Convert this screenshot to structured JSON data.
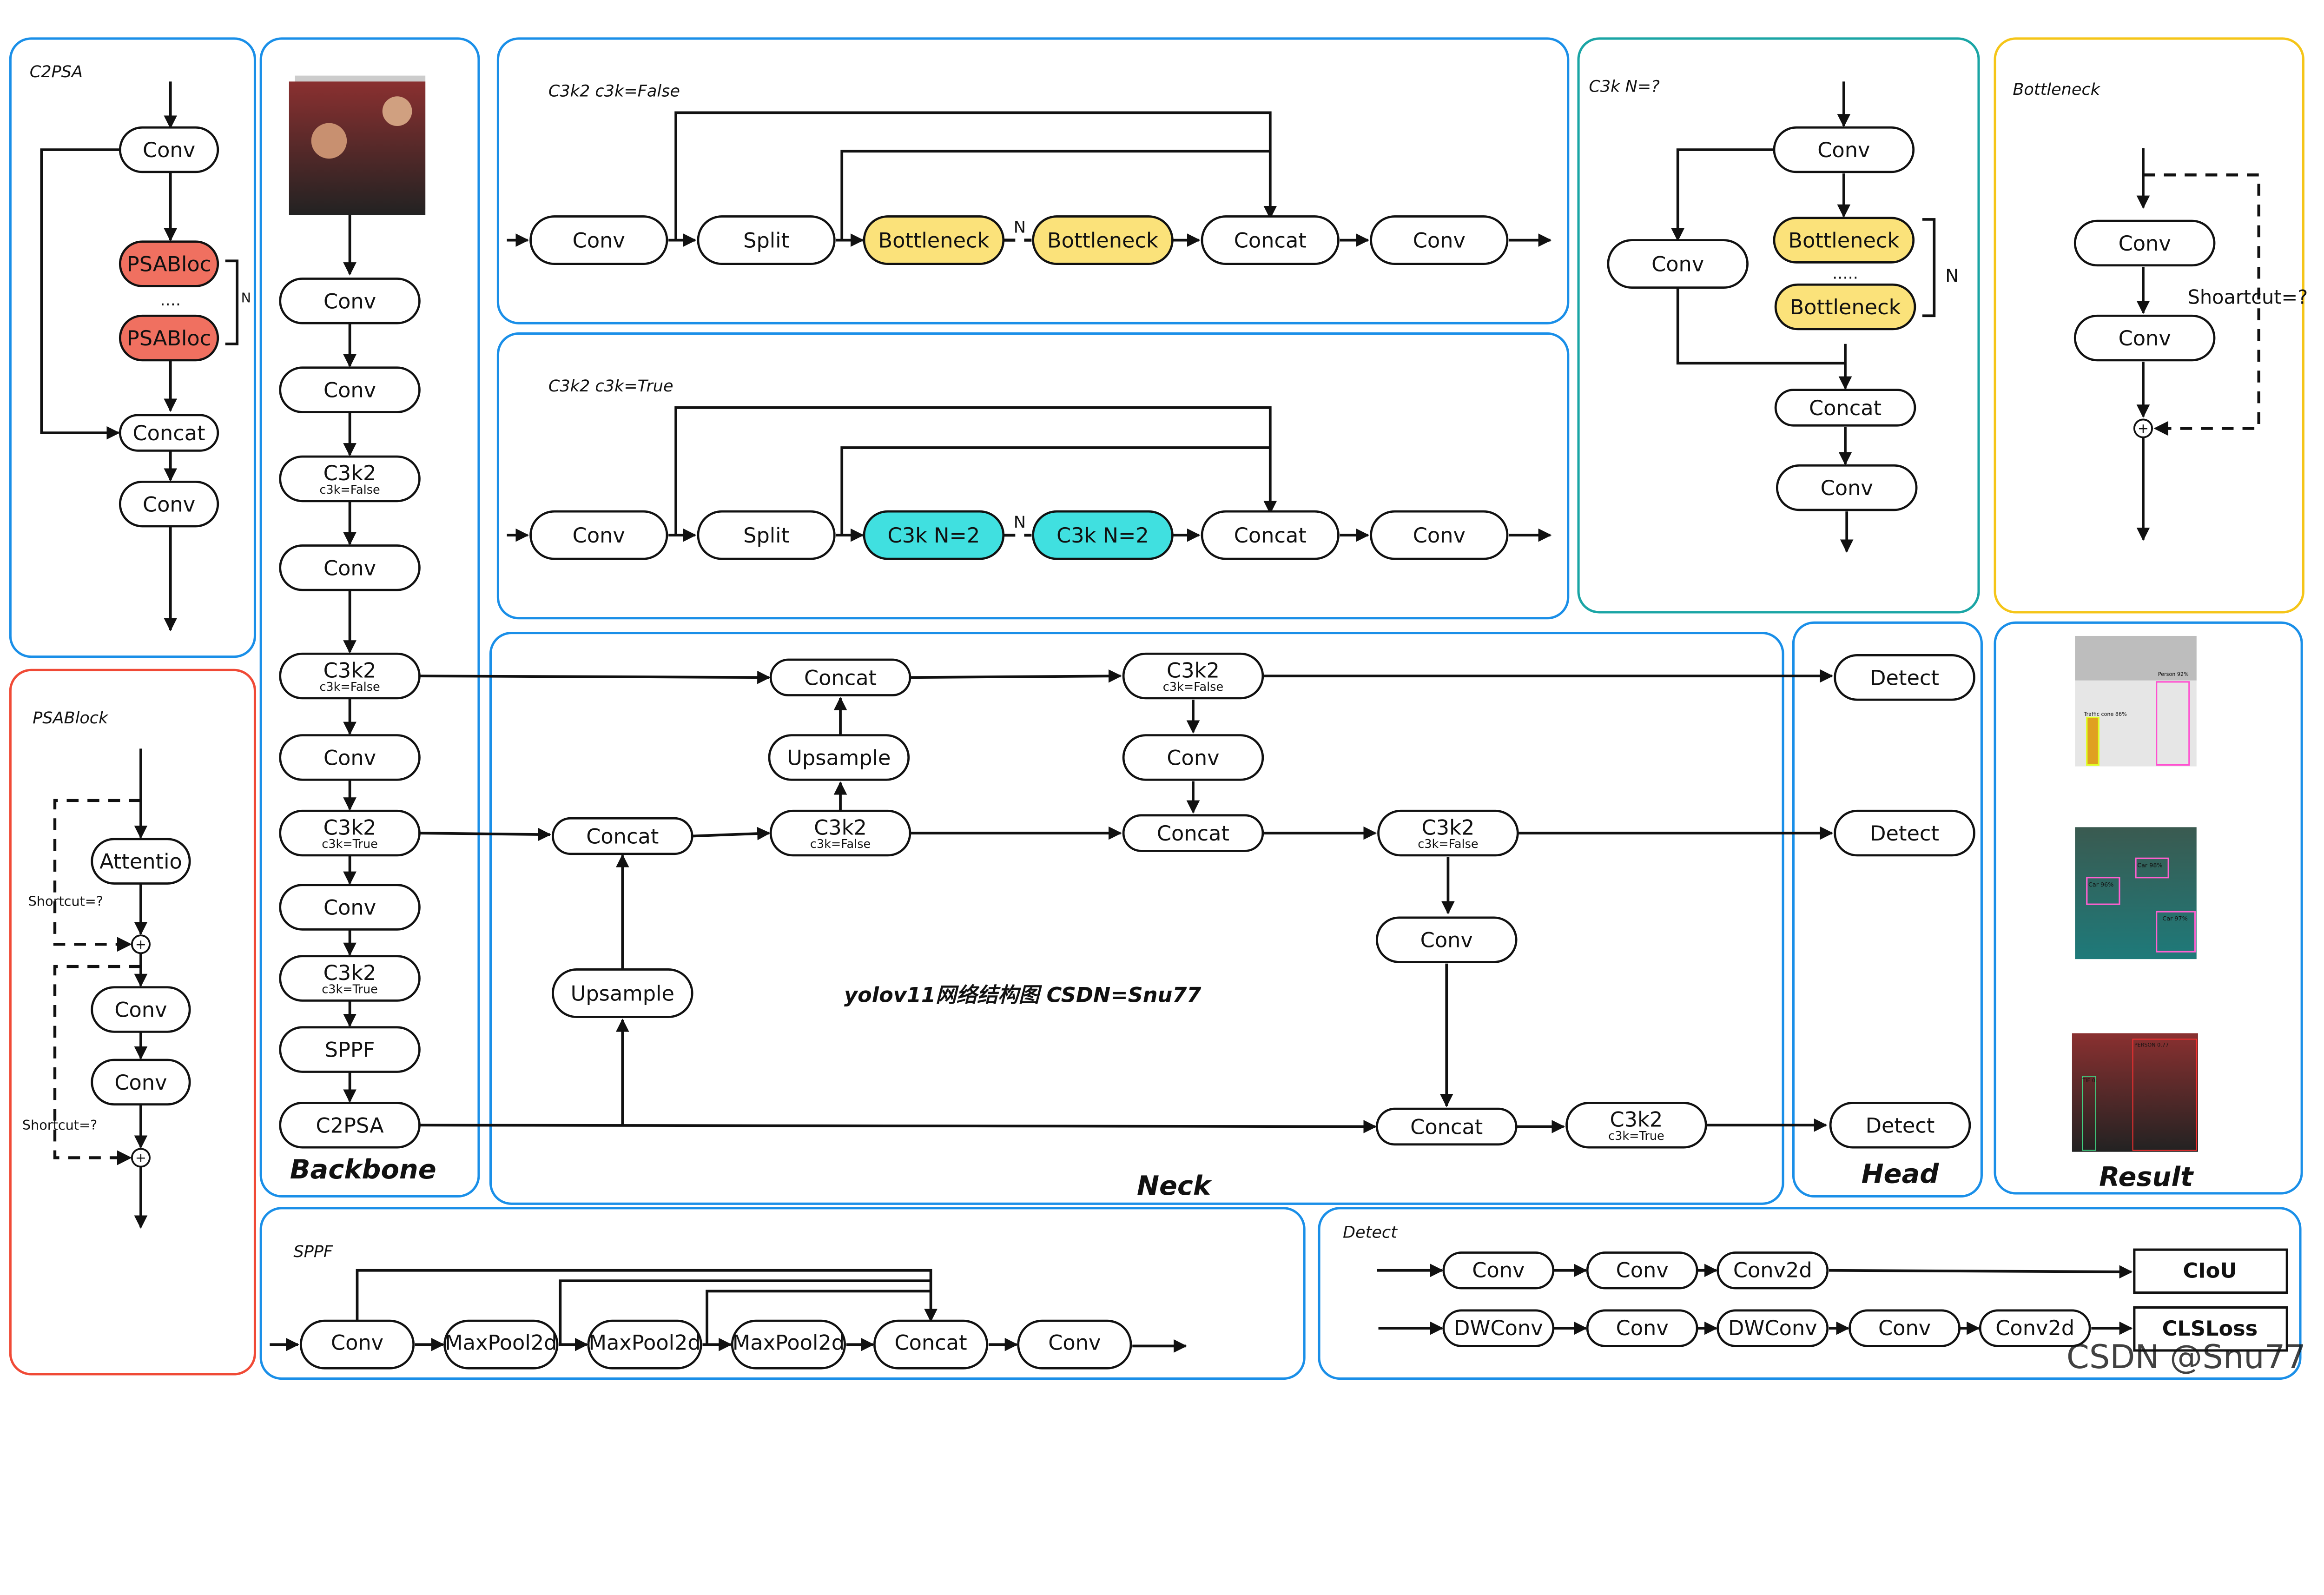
{
  "colors": {
    "panel_blue": "#1a8fe8",
    "panel_red": "#f04a36",
    "panel_teal": "#1aa5a5",
    "panel_yellow": "#f5c518",
    "psa_fill": "#f07060",
    "bottleneck_fill": "#fbe27a",
    "c3k_fill": "#40e0e0",
    "watermark": "#c8c8c8"
  },
  "c2psa": {
    "title": "C2PSA",
    "nodes": [
      "Conv",
      "PSABloc",
      "PSABloc",
      "Concat",
      "Conv"
    ],
    "dots": "....",
    "n_label": "N"
  },
  "psablock": {
    "title": "PSABlock",
    "nodes": [
      "Attentio",
      "Conv",
      "Conv"
    ],
    "shortcut_1": "Shortcut=?",
    "shortcut_2": "Shortcut=?",
    "plus": "+"
  },
  "backbone": {
    "title": "Backbone",
    "nodes": [
      {
        "label": "Conv"
      },
      {
        "label": "Conv"
      },
      {
        "label": "C3k2",
        "sub": "c3k=False"
      },
      {
        "label": "Conv"
      },
      {
        "label": "C3k2",
        "sub": "c3k=False"
      },
      {
        "label": "Conv"
      },
      {
        "label": "C3k2",
        "sub": "c3k=True"
      },
      {
        "label": "Conv"
      },
      {
        "label": "C3k2",
        "sub": "c3k=True"
      },
      {
        "label": "SPPF"
      },
      {
        "label": "C2PSA"
      }
    ]
  },
  "c3k2_false": {
    "title": "C3k2  c3k=False",
    "nodes": [
      "Conv",
      "Split",
      "Bottleneck",
      "Bottleneck",
      "Concat",
      "Conv"
    ],
    "n_label": "N"
  },
  "c3k2_true": {
    "title": "C3k2  c3k=True",
    "nodes": [
      "Conv",
      "Split",
      "C3k  N=2",
      "C3k  N=2",
      "Concat",
      "Conv"
    ],
    "n_label": "N"
  },
  "c3k": {
    "title": "C3k N=?",
    "nodes": [
      "Conv",
      "Bottleneck",
      "Bottleneck",
      "Concat",
      "Conv",
      "Conv"
    ],
    "dots": ".....",
    "n_label": "N"
  },
  "bottleneck": {
    "title": "Bottleneck",
    "nodes": [
      "Conv",
      "Conv"
    ],
    "shortcut": "Shoartcut=?",
    "plus": "+"
  },
  "neck": {
    "title": "Neck",
    "watermark": "yolov11网络结构图 CSDN=Snu77",
    "nodes": [
      {
        "label": "Concat"
      },
      {
        "label": "Upsample"
      },
      {
        "label": "C3k2",
        "sub": "c3k=False"
      },
      {
        "label": "C3k2",
        "sub": "c3k=False"
      },
      {
        "label": "Conv"
      },
      {
        "label": "Concat"
      },
      {
        "label": "Concat"
      },
      {
        "label": "Upsample"
      },
      {
        "label": "C3k2",
        "sub": "c3k=False"
      },
      {
        "label": "Conv"
      },
      {
        "label": "Concat"
      },
      {
        "label": "C3k2",
        "sub": "c3k=True"
      }
    ]
  },
  "head": {
    "title": "Head",
    "nodes": [
      "Detect",
      "Detect",
      "Detect"
    ]
  },
  "result": {
    "title": "Result",
    "detections": [
      "Person  92%",
      "Traffic cone  86%",
      "Car  98%",
      "Car  96%",
      "Car  97%",
      "PERSON 0.77",
      "TIE 0."
    ]
  },
  "sppf": {
    "title": "SPPF",
    "nodes": [
      "Conv",
      "MaxPool2d",
      "MaxPool2d",
      "MaxPool2d",
      "Concat",
      "Conv"
    ]
  },
  "detect": {
    "title": "Detect",
    "row1": [
      "Conv",
      "Conv",
      "Conv2d"
    ],
    "row2": [
      "DWConv",
      "Conv",
      "DWConv",
      "Conv",
      "Conv2d"
    ],
    "losses": [
      "CIoU",
      "CLSLoss"
    ],
    "watermark": "CSDN @Snu77"
  }
}
